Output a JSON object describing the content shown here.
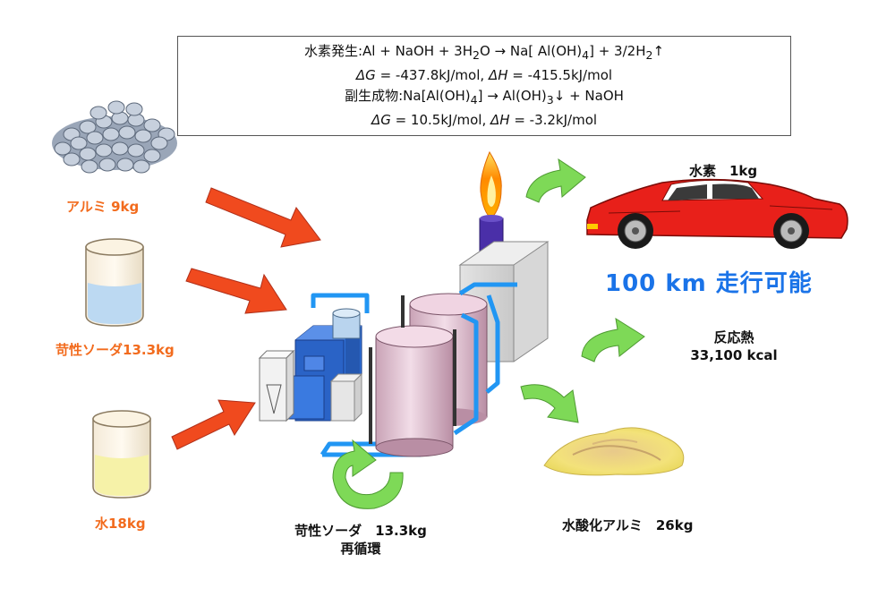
{
  "equations": {
    "line1": {
      "label": "水素発生:",
      "reactants": "Al + NaOH + 3H",
      "h2o_sub": "2",
      "mid": "O → Na[ Al(OH)",
      "oh4_sub": "4",
      "products": "] + 3/2H",
      "h2_sub": "2",
      "tail": "↑"
    },
    "line2": {
      "dg_sym": "ΔG",
      "dg_val": " = -437.8kJ/mol, ",
      "dh_sym": "ΔH",
      "dh_val": " = -415.5kJ/mol"
    },
    "line3": {
      "label": "副生成物:",
      "reactant": "Na[Al(OH)",
      "sub4": "4",
      "mid": "] → Al(OH)",
      "sub3": "3",
      "tail": "↓ + NaOH"
    },
    "line4": {
      "dg_sym": "ΔG",
      "dg_val": " = 10.5kJ/mol, ",
      "dh_sym": "ΔH",
      "dh_val": " = -3.2kJ/mol"
    }
  },
  "inputs": {
    "aluminum": "アルミ 9kg",
    "caustic_soda": "苛性ソーダ13.3kg",
    "water": "水18kg"
  },
  "outputs": {
    "hydrogen": "水素　1kg",
    "driving_range": "100 km 走行可能",
    "heat_label": "反応熱",
    "heat_value": "33,100 kcal",
    "hydroxide": "水酸化アルミ　26kg"
  },
  "recycle": {
    "line1": "苛性ソーダ　13.3kg",
    "line2": "再循環"
  },
  "colors": {
    "red_arrow": "#f04a1e",
    "green_arrow": "#7ed957",
    "input_label": "#f26b1d",
    "range_text": "#1a73e8",
    "car": "#e8201a",
    "pipe": "#2196f3",
    "tank": "#e8c9d8",
    "machine": "#2f6fd6"
  },
  "icons": [
    "aluminum-pellets-icon",
    "beaker-icon",
    "flame-icon",
    "car-icon",
    "powder-pile-icon"
  ]
}
